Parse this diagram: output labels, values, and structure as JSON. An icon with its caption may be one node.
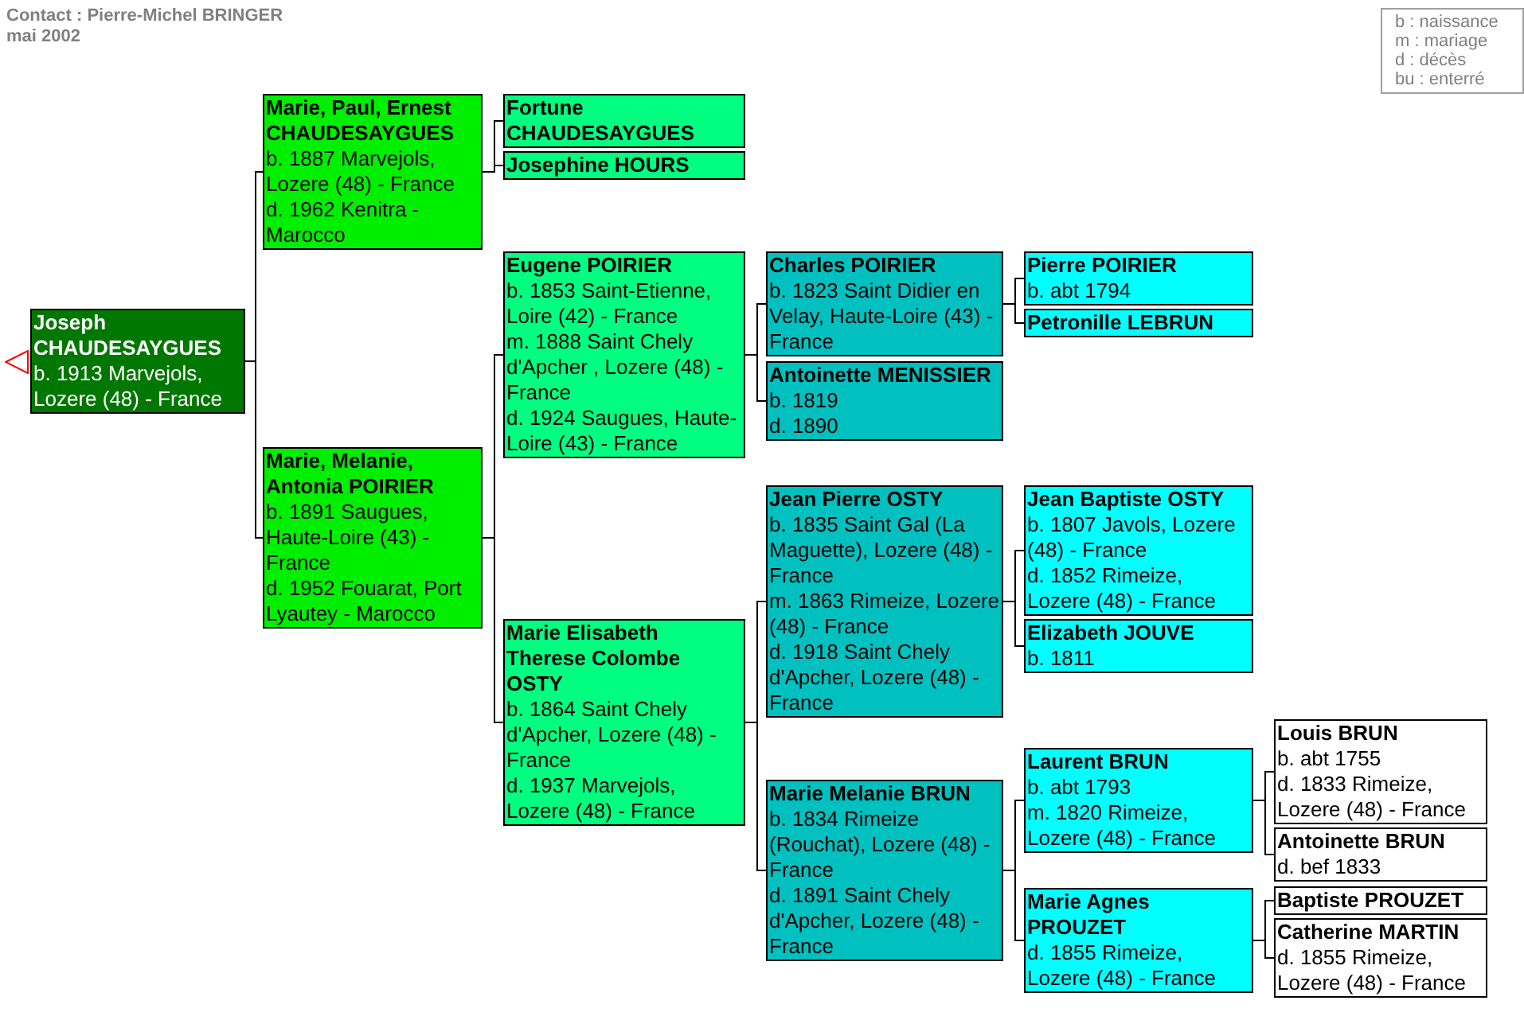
{
  "diagram": {
    "nodes": [
      {
        "text": [
          "Joseph CHAUDESAYGUES",
          "b. 1913 Marvejols, Lozere (48) - France"
        ]
      },
      {
        "text": [
          "Marie, Paul, Ernest CHAUDESAYGUES",
          "b. 1887 Marvejols, Lozere (48) - France",
          "d. 1962 Kenitra - Marocco"
        ]
      },
      {
        "text": [
          "Marie, Melanie, Antonia POIRIER",
          "b. 1891 Saugues, Haute-Loire (43) - France",
          "d. 1952 Fouarat, Port Lyautey - Marocco"
        ]
      },
      {
        "text": [
          "Fortune CHAUDESAYGUES"
        ]
      },
      {
        "text": [
          "Josephine HOURS"
        ]
      },
      {
        "text": [
          "Eugene POIRIER",
          "b. 1853 Saint-Etienne, Loire (42) - France",
          "m. 1888 Saint Chely d'Apcher , Lozere (48) - France",
          "d. 1924 Saugues, Haute-Loire (43) - France"
        ]
      },
      {
        "text": [
          "Marie Elisabeth Therese Colombe OSTY",
          "b. 1864 Saint Chely d'Apcher, Lozere (48) - France",
          "d. 1937 Marvejols, Lozere (48) - France"
        ]
      },
      {
        "text": [
          "Charles POIRIER",
          "b. 1823 Saint Didier en Velay, Haute-Loire (43) - France"
        ]
      },
      {
        "text": [
          "Antoinette MENISSIER",
          "b. 1819",
          "d. 1890"
        ]
      },
      {
        "text": [
          "Jean Pierre OSTY",
          "b. 1835 Saint Gal (La Maguette), Lozere (48) - France",
          "m. 1863 Rimeize, Lozere (48) - France",
          "d. 1918 Saint Chely d'Apcher, Lozere (48) - France"
        ]
      },
      {
        "text": [
          "Marie Melanie BRUN",
          "b. 1834 Rimeize (Rouchat), Lozere (48) - France",
          "d. 1891 Saint Chely d'Apcher, Lozere (48) - France"
        ]
      },
      {
        "text": [
          "Pierre POIRIER",
          "b. abt 1794"
        ]
      },
      {
        "text": [
          "Petronille LEBRUN"
        ]
      },
      {
        "text": [
          "Jean Baptiste OSTY",
          "b. 1807 Javols, Lozere (48) - France",
          "d. 1852 Rimeize, Lozere (48) - France"
        ]
      },
      {
        "text": [
          "Elizabeth JOUVE",
          "b. 1811"
        ]
      },
      {
        "text": [
          "Laurent BRUN",
          "b. abt 1793",
          "m. 1820 Rimeize, Lozere (48) - France"
        ]
      },
      {
        "text": [
          "Marie Agnes PROUZET",
          "d. 1855 Rimeize, Lozere (48) - France"
        ]
      },
      {
        "text": [
          "Louis BRUN",
          "b. abt 1755",
          "d. 1833 Rimeize, Lozere (48) - France"
        ]
      },
      {
        "text": [
          "Antoinette BRUN",
          "d. bef 1833"
        ]
      },
      {
        "text": [
          "Baptiste PROUZET"
        ]
      },
      {
        "text": [
          "Catherine MARTIN",
          "d. 1855 Rimeize, Lozere (48) - France"
        ]
      },
      {
        "text": [
          "b : naissance",
          "m : mariage",
          "d : décès",
          "bu : enterré"
        ]
      }
    ],
    "edges": [
      {
        "from": 0,
        "to": 1,
        "arrow": "none"
      },
      {
        "from": 0,
        "to": 2,
        "arrow": "none"
      },
      {
        "from": 1,
        "to": 3,
        "arrow": "none"
      },
      {
        "from": 1,
        "to": 4,
        "arrow": "none"
      },
      {
        "from": 2,
        "to": 5,
        "arrow": "none"
      },
      {
        "from": 2,
        "to": 6,
        "arrow": "none"
      },
      {
        "from": 5,
        "to": 7,
        "arrow": "none"
      },
      {
        "from": 5,
        "to": 8,
        "arrow": "none"
      },
      {
        "from": 6,
        "to": 9,
        "arrow": "none"
      },
      {
        "from": 6,
        "to": 10,
        "arrow": "none"
      },
      {
        "from": 7,
        "to": 11,
        "arrow": "none"
      },
      {
        "from": 7,
        "to": 12,
        "arrow": "none"
      },
      {
        "from": 9,
        "to": 13,
        "arrow": "none"
      },
      {
        "from": 9,
        "to": 14,
        "arrow": "none"
      },
      {
        "from": 10,
        "to": 15,
        "arrow": "none"
      },
      {
        "from": 10,
        "to": 16,
        "arrow": "none"
      },
      {
        "from": 15,
        "to": 17,
        "arrow": "none"
      },
      {
        "from": 15,
        "to": 18,
        "arrow": "none"
      },
      {
        "from": 16,
        "to": 19,
        "arrow": "none"
      },
      {
        "from": 16,
        "to": 20,
        "arrow": "none"
      }
    ],
    "labels": [
      "Contact : Pierre-Michel BRINGER",
      "mai 2002"
    ]
  }
}
